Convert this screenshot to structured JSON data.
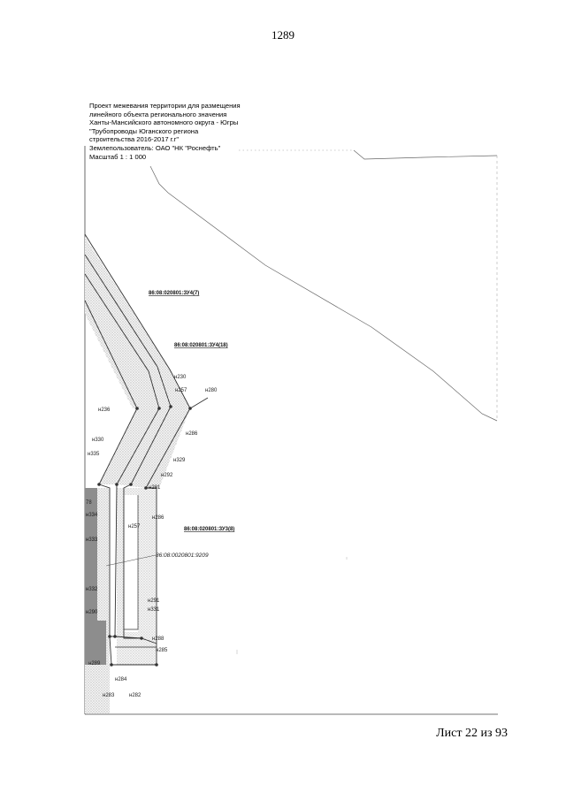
{
  "page_number": "1289",
  "sheet_label": "Лист 22 из 93",
  "title_block": {
    "lines": [
      "Проект межевания территории для размещения",
      "линейного объекта регионального значения",
      "Ханты-Мансийского автономного округа - Югры",
      "\"Трубопроводы Юганского региона",
      "строительства 2016-2017 г.г\"",
      "Землепользователь: ОАО \"НК \"Роснефть\""
    ],
    "scale": "Масштаб 1 : 1 000"
  },
  "parcels": [
    {
      "id": "86:08:020801:ЗУ4(7)"
    },
    {
      "id": "86:08:020801:ЗУ4(18)"
    },
    {
      "id": "86:08:020801:ЗУ3(8)"
    }
  ],
  "cadastral_label": "86:08:0020801:9209",
  "point_labels": [
    "н230",
    "н257",
    "н280",
    "н236",
    "н286",
    "н330",
    "н329",
    "н335",
    "н292",
    "н281",
    "н334",
    "н286",
    "н257",
    "н332",
    "н333",
    "н291",
    "н331",
    "н290",
    "н288",
    "н285",
    "н289",
    "н284",
    "н283",
    "н282",
    "78"
  ]
}
